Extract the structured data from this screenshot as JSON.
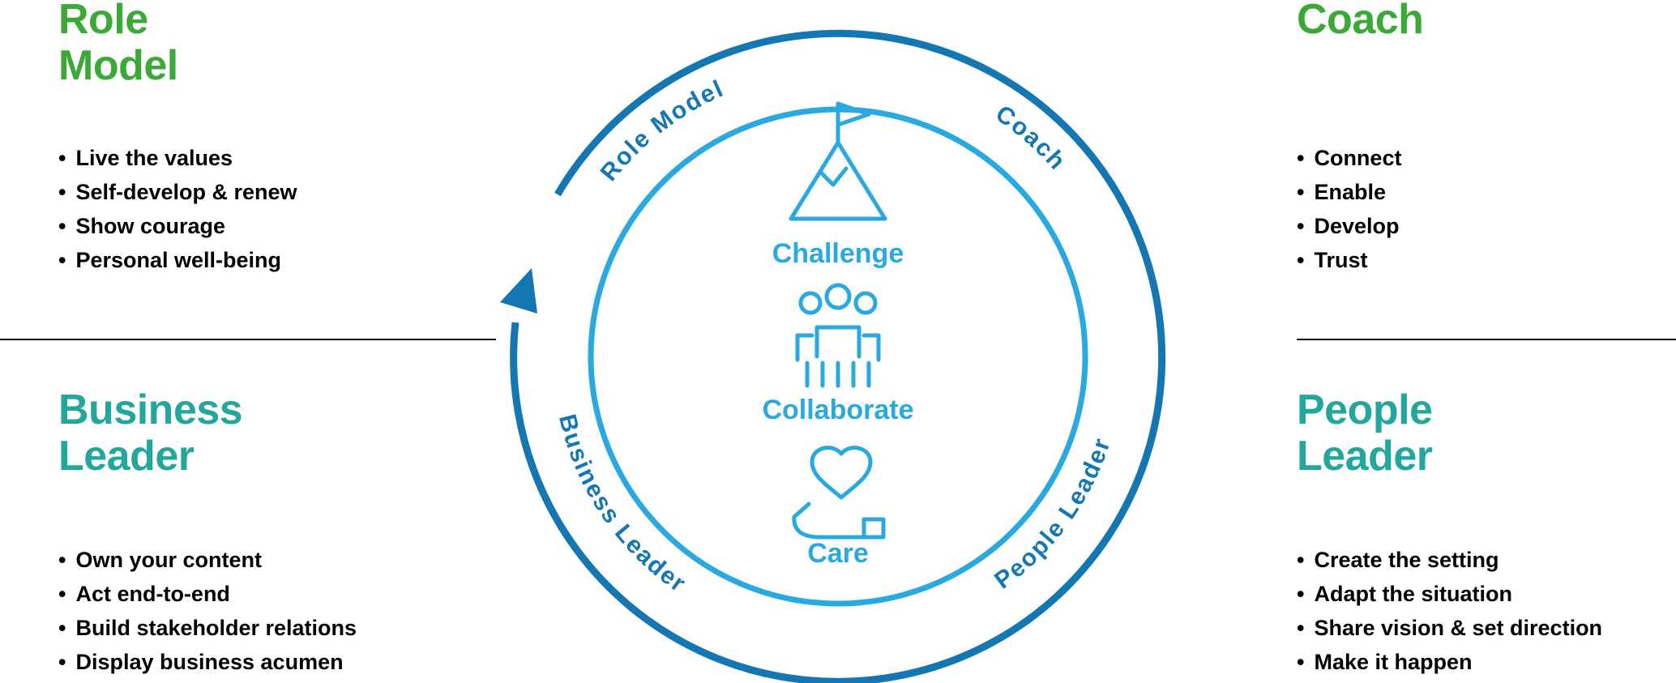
{
  "colors": {
    "heading_green": "#3aa935",
    "heading_teal": "#23a79c",
    "ring_outer_blue": "#1577b2",
    "ring_inner_blue": "#2aa9e0",
    "icon_blue": "#2aa9e0",
    "body_text": "#000000",
    "divider": "#0a0a0a"
  },
  "quadrants": {
    "role_model": {
      "heading_line1": "Role",
      "heading_line2": "Model",
      "bullets": [
        "Live the values",
        "Self-develop & renew",
        "Show courage",
        "Personal well-being"
      ]
    },
    "coach": {
      "heading_line1": "Coach",
      "heading_line2": "",
      "bullets": [
        "Connect",
        "Enable",
        "Develop",
        "Trust"
      ]
    },
    "business_leader": {
      "heading_line1": "Business",
      "heading_line2": "Leader",
      "bullets": [
        "Own your content",
        "Act end-to-end",
        "Build stakeholder relations",
        "Display business acumen"
      ]
    },
    "people_leader": {
      "heading_line1": "People",
      "heading_line2": "Leader",
      "bullets": [
        "Create the setting",
        "Adapt the situation",
        "Share vision & set direction",
        "Make it happen"
      ]
    }
  },
  "ring_labels": {
    "role_model": "Role Model",
    "coach": "Coach",
    "business_leader": "Business Leader",
    "people_leader": "People Leader"
  },
  "ring": {
    "arrow_icon": "arrow-up-icon",
    "direction": "clockwise"
  },
  "center": {
    "items": [
      {
        "icon": "mountain-flag-icon",
        "label": "Challenge"
      },
      {
        "icon": "people-group-icon",
        "label": "Collaborate"
      },
      {
        "icon": "heart-in-hand-icon",
        "label": "Care"
      }
    ]
  }
}
